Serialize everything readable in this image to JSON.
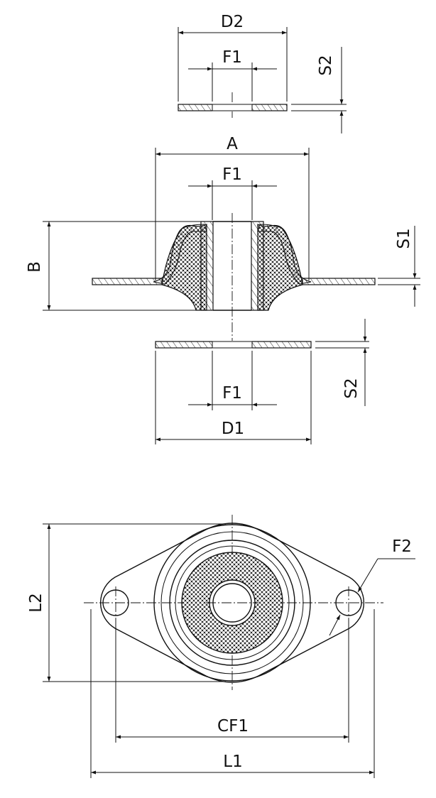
{
  "labels": {
    "d2": "D2",
    "f1_top": "F1",
    "s2_top": "S2",
    "a": "A",
    "f1_mid": "F1",
    "b": "B",
    "s1": "S1",
    "f1_low": "F1",
    "s2_low": "S2",
    "d1": "D1",
    "l2": "L2",
    "f2": "F2",
    "cf1": "CF1",
    "l1": "L1"
  },
  "colors": {
    "line": "#111111",
    "background": "#ffffff"
  },
  "icons": {
    "arrowhead": "dimension-arrow"
  }
}
